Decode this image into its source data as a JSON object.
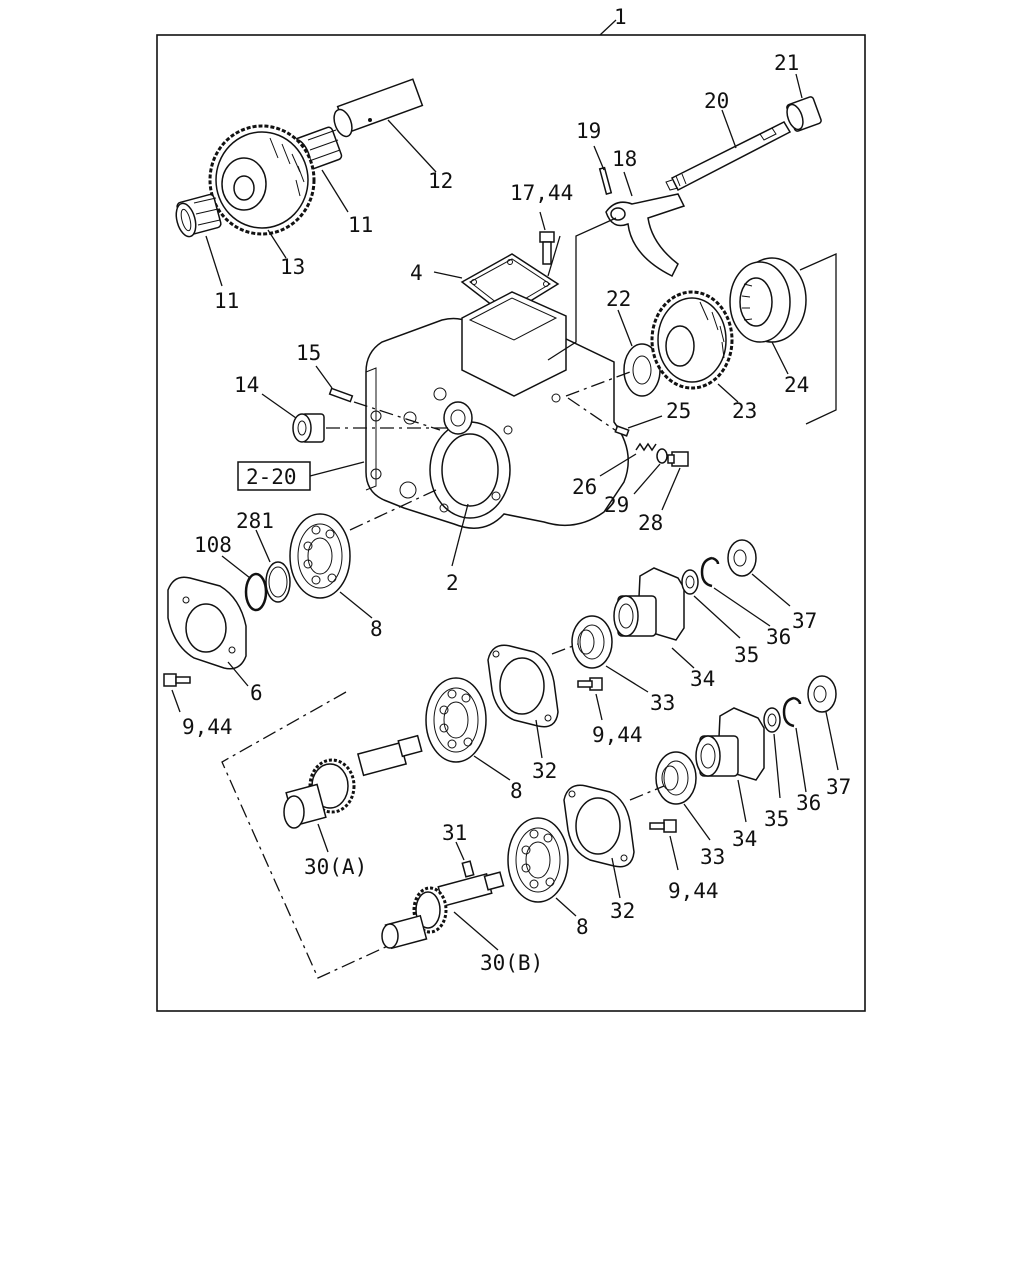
{
  "diagram": {
    "assembly_ref": "1",
    "ref_box": "2-20",
    "labels": {
      "p2": "2",
      "p4": "4",
      "p6": "6",
      "p8a": "8",
      "p8b": "8",
      "p8c": "8",
      "p944a": "9,44",
      "p944b": "9,44",
      "p944c": "9,44",
      "p11a": "11",
      "p11b": "11",
      "p12": "12",
      "p13": "13",
      "p14": "14",
      "p15": "15",
      "p1744": "17,44",
      "p18": "18",
      "p19": "19",
      "p20": "20",
      "p21": "21",
      "p22": "22",
      "p23": "23",
      "p24": "24",
      "p25": "25",
      "p26": "26",
      "p28": "28",
      "p29": "29",
      "p30a": "30(A)",
      "p30b": "30(B)",
      "p31": "31",
      "p32a": "32",
      "p32b": "32",
      "p33a": "33",
      "p33b": "33",
      "p34a": "34",
      "p34b": "34",
      "p35a": "35",
      "p35b": "35",
      "p36a": "36",
      "p36b": "36",
      "p37a": "37",
      "p37b": "37",
      "p108": "108",
      "p281": "281"
    }
  }
}
